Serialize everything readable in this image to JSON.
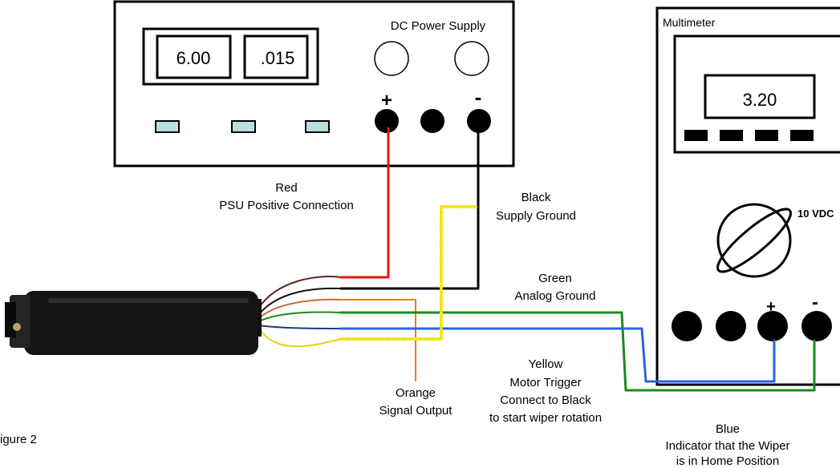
{
  "psu": {
    "title": "DC Power Supply",
    "voltage": "6.00",
    "current": ".015",
    "plus": "+",
    "minus": "-"
  },
  "multimeter": {
    "title": "Multimeter",
    "reading": "3.20",
    "dial_label": "10 VDC",
    "plus": "+",
    "minus": "-"
  },
  "wires": {
    "red": {
      "line1": "Red",
      "line2": "PSU Positive Connection"
    },
    "black": {
      "line1": "Black",
      "line2": "Supply Ground"
    },
    "green": {
      "line1": "Green",
      "line2": "Analog Ground"
    },
    "yellow": {
      "line1": "Yellow",
      "line2": "Motor Trigger",
      "line3": "Connect to Black",
      "line4": "to start wiper rotation"
    },
    "orange": {
      "line1": "Orange",
      "line2": "Signal Output"
    },
    "blue": {
      "line1": "Blue",
      "line2": "Indicator that the Wiper",
      "line3": "is in Home Position"
    }
  },
  "caption": "igure 2",
  "colors": {
    "red": "#e8140c",
    "black": "#000000",
    "green": "#1d8a1d",
    "yellow": "#f2e61a",
    "orange": "#f07a1a",
    "blue": "#2a63e0",
    "display_fill": "#b9dede"
  }
}
